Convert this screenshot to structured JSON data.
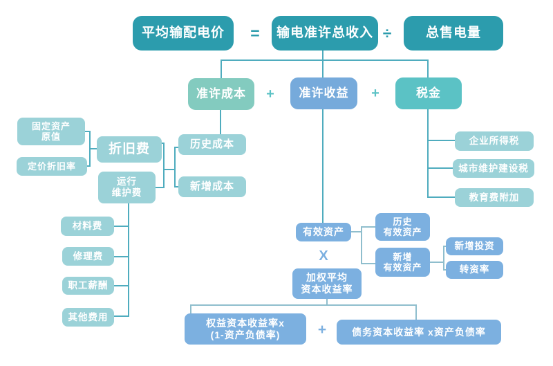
{
  "colors": {
    "dark_teal": "#2C9CAD",
    "green_teal": "#83CBBF",
    "blue": "#76AADB",
    "teal": "#5BC2C5",
    "light_cyan": "#9BD2D8",
    "light_blue": "#7CB0E0",
    "line": "#4FACBE",
    "line_soft": "#8FBECD"
  },
  "formula": {
    "avg_price": "平均输配电价",
    "equals": "=",
    "permitted_revenue": "输电准许总收入",
    "divide": "÷",
    "total_sales": "总售电量"
  },
  "components": {
    "permitted_cost": "准许成本",
    "plus1": "+",
    "permitted_return": "准许收益",
    "plus2": "+",
    "tax": "税金"
  },
  "cost_branch": {
    "fixed_asset_value": "固定资产\n原值",
    "pricing_depreciation_rate": "定价折旧率",
    "depreciation": "折旧费",
    "om_cost": "运行\n维护费",
    "historical_cost": "历史成本",
    "new_cost": "新增成本",
    "material_cost": "材料费",
    "repair_cost": "修理费",
    "staff_salary": "职工薪酬",
    "other_cost": "其他费用"
  },
  "tax_branch": {
    "corporate_income_tax": "企业所得税",
    "urban_maintenance_tax": "城市维护建设税",
    "education_surcharge": "教育费附加"
  },
  "return_branch": {
    "effective_asset": "有效资产",
    "multiply": "X",
    "historical_effective_asset": "历史\n有效资产",
    "new_effective_asset": "新增\n有效资产",
    "new_investment": "新增投资",
    "transfer_rate": "转资率",
    "wacc": "加权平均\n资本收益率",
    "equity_return": "权益资本收益率x\n(1-资产负债率)",
    "plus3": "+",
    "debt_return": "债务资本收益率 x资产负债率"
  }
}
